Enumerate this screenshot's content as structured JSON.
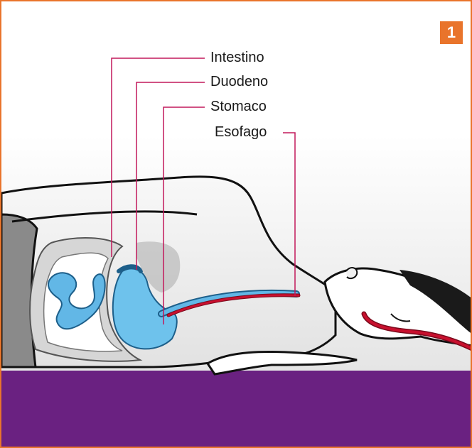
{
  "badge": {
    "number": "1"
  },
  "labels": {
    "intestine": "Intestino",
    "duodenum": "Duodeno",
    "stomach": "Stomaco",
    "esophagus": "Esofago"
  },
  "colors": {
    "frame": "#e9742b",
    "leader_line": "#c2185b",
    "bed": "#6a2181",
    "organs_blue": "#62b7e6",
    "tube_red": "#c8102e",
    "colon_gray": "#c9c9c9"
  }
}
